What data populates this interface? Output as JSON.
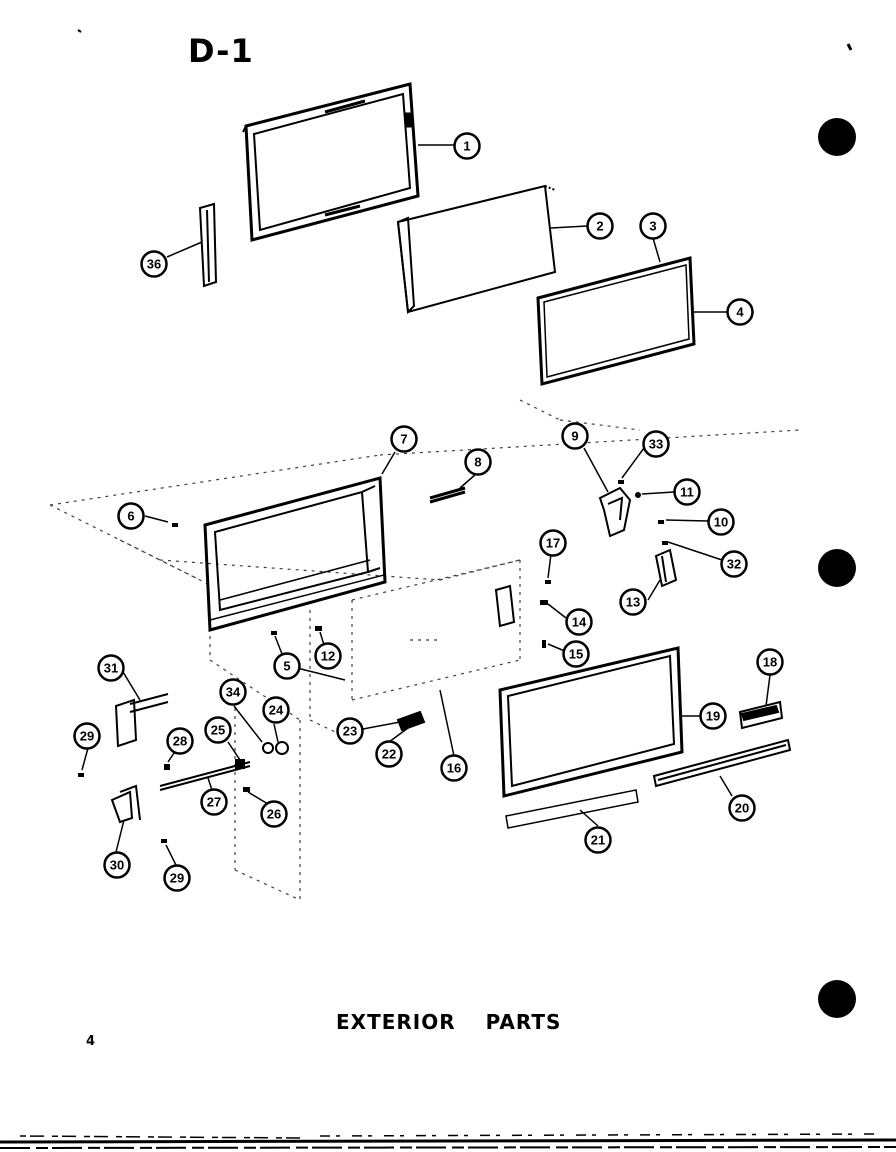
{
  "page": {
    "code": "D-1",
    "caption": "EXTERIOR PARTS",
    "page_number": "4"
  },
  "callouts": [
    "1",
    "2",
    "3",
    "4",
    "36",
    "7",
    "8",
    "6",
    "9",
    "33",
    "11",
    "10",
    "32",
    "17",
    "13",
    "14",
    "15",
    "5",
    "12",
    "31",
    "29",
    "34",
    "24",
    "28",
    "25",
    "23",
    "22",
    "16",
    "19",
    "18",
    "27",
    "26",
    "20",
    "21",
    "30",
    "29"
  ]
}
